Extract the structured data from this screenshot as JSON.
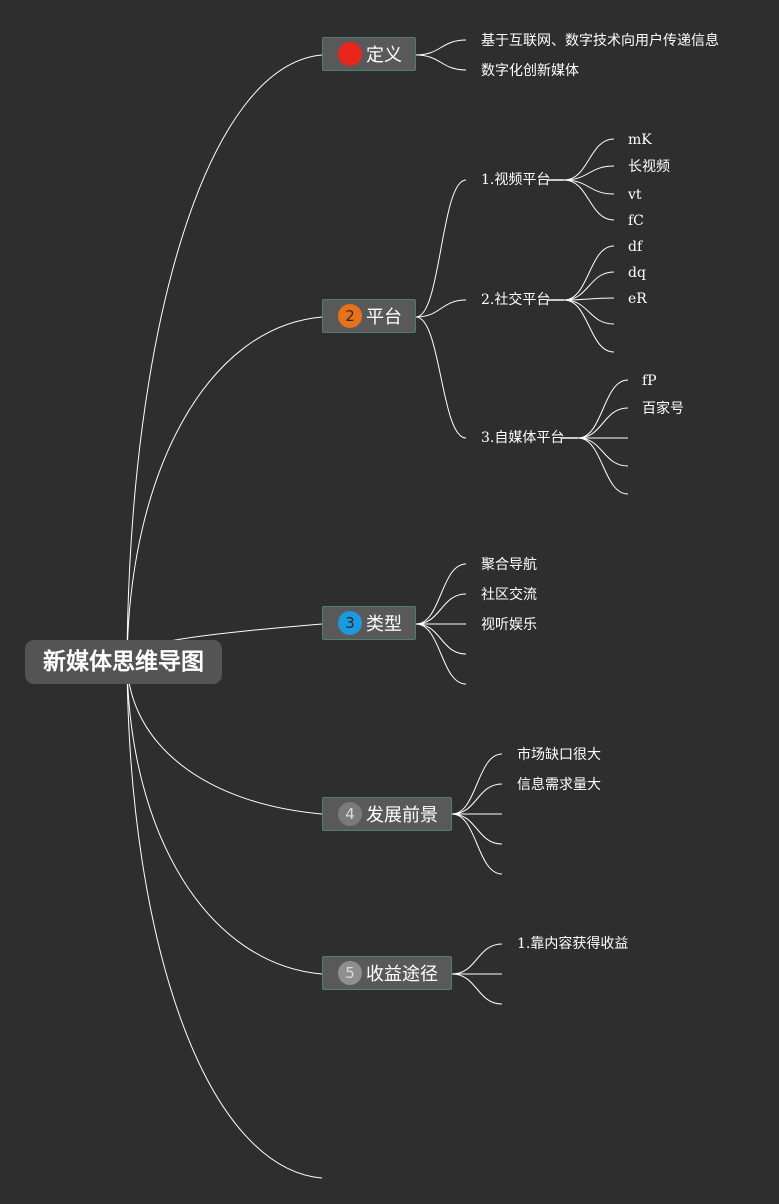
{
  "root": {
    "title": "新媒体思维导图"
  },
  "colors": {
    "line": "#ffffff",
    "background": "#2e2e2e",
    "topic_fill": "#595959",
    "topic_border": "#4e7f74",
    "root_fill": "#545454"
  },
  "topics": [
    {
      "label": "定义",
      "badge": "1",
      "badge_color": "#e8261b",
      "children": [
        "基于互联网、数字技术向用户传递信息",
        "数字化创新媒体"
      ]
    },
    {
      "label": "平台",
      "badge": "2",
      "badge_color": "#e8721c",
      "children": [
        {
          "label": "1.视频平台",
          "children": [
            "mK",
            "长视频",
            "vt",
            "fC"
          ]
        },
        {
          "label": "2.社交平台",
          "children": [
            "df",
            "dq",
            "eR",
            "",
            ""
          ]
        },
        {
          "label": "3.自媒体平台",
          "children": [
            "fP",
            "百家号",
            "",
            "",
            ""
          ]
        }
      ]
    },
    {
      "label": "类型",
      "badge": "3",
      "badge_color": "#1b9ae0",
      "children": [
        "聚合导航",
        "社区交流",
        "视听娱乐",
        "",
        ""
      ]
    },
    {
      "label": "发展前景",
      "badge": "4",
      "badge_color": "#7a7a7a",
      "children": [
        "市场缺口很大",
        "信息需求量大",
        "",
        "",
        ""
      ]
    },
    {
      "label": "收益途径",
      "badge": "5",
      "badge_color": "#8f8f8f",
      "children": [
        "1.靠内容获得收益",
        "",
        ""
      ]
    }
  ]
}
